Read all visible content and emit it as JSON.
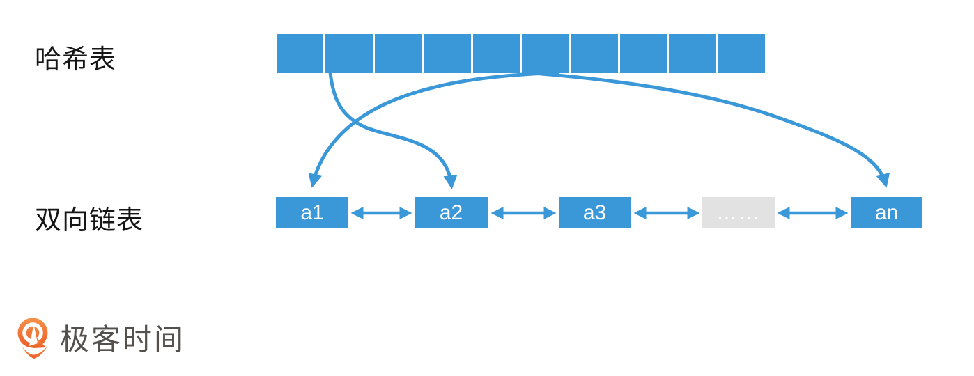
{
  "labels": {
    "hash_table": "哈希表",
    "linked_list": "双向链表"
  },
  "hash_table": {
    "cell_count": 10
  },
  "linked_list": {
    "nodes": [
      {
        "label": "a1"
      },
      {
        "label": "a2"
      },
      {
        "label": "a3"
      },
      {
        "label": "……"
      },
      {
        "label": "an"
      }
    ]
  },
  "logo": {
    "text": "极客时间"
  },
  "colors": {
    "blue": "#3a97d8",
    "gray": "#e2e2e2",
    "logo_orange_top": "#f5924a",
    "logo_orange_bottom": "#eb5f28",
    "logo_text": "#54504d",
    "label_text": "#161616"
  }
}
